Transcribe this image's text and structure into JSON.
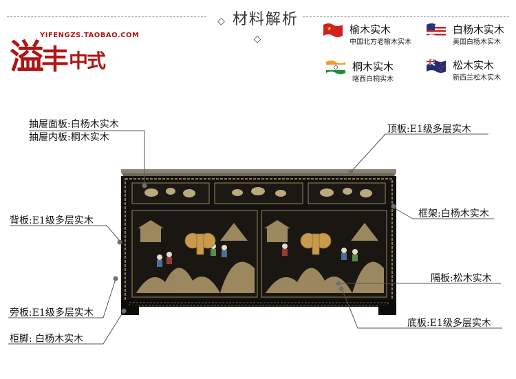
{
  "header": {
    "title": "材料解析"
  },
  "logo": {
    "brand": "溢丰中式",
    "url": "YIFENGZS.TAOBAO.COM"
  },
  "legend": [
    {
      "name": "榆木实木",
      "desc": "中国北方老榆木实木",
      "flag": "china-flag-icon"
    },
    {
      "name": "白杨木实木",
      "desc": "美国白杨木实木",
      "flag": "usa-flag-icon"
    },
    {
      "name": "桐木实木",
      "desc": "喀西白桐实木",
      "flag": "india-flag-icon"
    },
    {
      "name": "松木实木",
      "desc": "新西兰松木实木",
      "flag": "new-zealand-flag-icon"
    }
  ],
  "labels": {
    "drawer_face": "抽屉面板:白杨木实木",
    "drawer_inner": "抽屉内板:桐木实木",
    "top_board": "顶板:E1级多层实木",
    "back_board": "背板:E1级多层实木",
    "frame": "框架:白杨木实木",
    "shelf": "隔板:松木实木",
    "side_board": "旁板:E1级多层实木",
    "bottom_board": "底板:E1级多层实木",
    "legs": "柜脚: 白杨木实木"
  }
}
